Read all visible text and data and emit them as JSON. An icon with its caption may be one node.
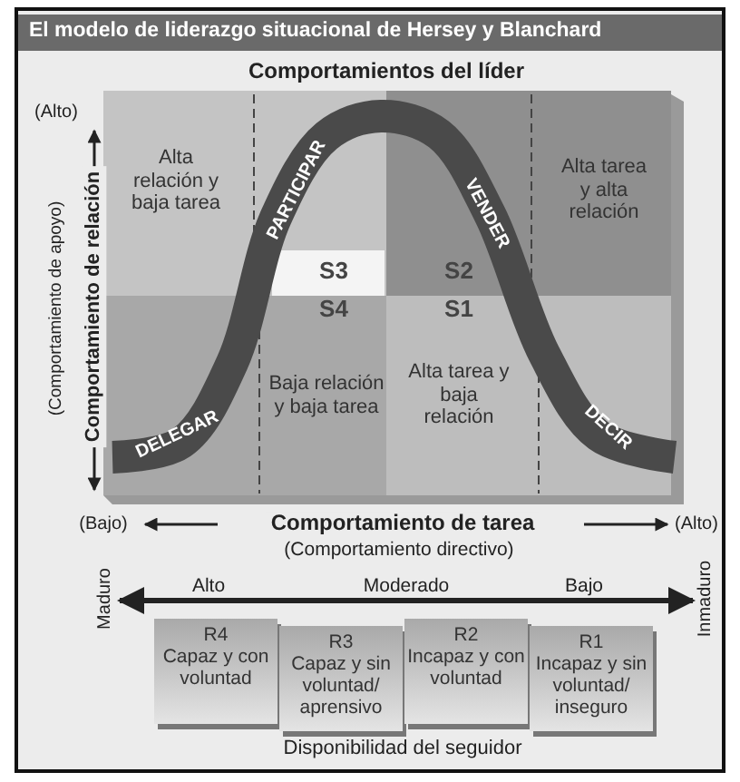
{
  "diagram": {
    "title": "El modelo de liderazgo situacional de Hersey y Blanchard",
    "nodes": [
      {
        "text": [
          "Alta relación y baja tarea",
          "S3"
        ]
      },
      {
        "text": [
          "Alta tarea y alta relación",
          "S2"
        ]
      },
      {
        "text": [
          "S4",
          "Baja relación y baja tarea"
        ]
      },
      {
        "text": [
          "S1",
          "Alta tarea y baja relación"
        ]
      },
      {
        "text": [
          "R4",
          "Capaz y con voluntad"
        ]
      },
      {
        "text": [
          "R3",
          "Capaz y sin voluntad/ aprensivo"
        ]
      },
      {
        "text": [
          "R2",
          "Incapaz y con voluntad"
        ]
      },
      {
        "text": [
          "R1",
          "Incapaz y sin voluntad/ inseguro"
        ]
      }
    ],
    "labels": [
      "Comportamientos del líder",
      "(Alto)",
      "(Comportamiento de apoyo)",
      "Comportamiento de relación",
      "PARTICIPAR",
      "VENDER",
      "DELEGAR",
      "DECIR",
      "(Bajo)",
      "Comportamiento de tarea",
      "(Alto)",
      "(Comportamiento directivo)",
      "Alto",
      "Moderado",
      "Bajo",
      "Maduro",
      "Inmaduro",
      "Disponibilidad del seguidor"
    ]
  }
}
